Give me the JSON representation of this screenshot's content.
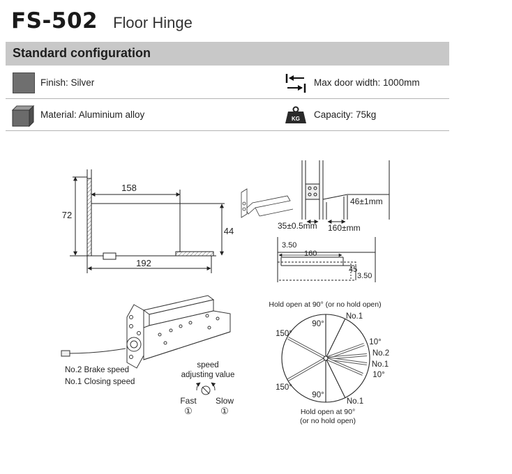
{
  "header": {
    "model": "FS-502",
    "product": "Floor Hinge"
  },
  "section_title": "Standard configuration",
  "specs": {
    "finish": "Finish: Silver",
    "max_width": "Max door width: 1000mm",
    "material": "Material: Aluminium alloy",
    "capacity": "Capacity: 75kg",
    "kg_badge": "KG"
  },
  "dimensions": {
    "d158": "158",
    "d72": "72",
    "d44": "44",
    "d192": "192",
    "d46": "46±1mm",
    "d35": "35±0.5mm",
    "d160mm": "160±mm",
    "d350_top": "3.50",
    "d160": "160",
    "d45": "45",
    "d350_bot": "3.50"
  },
  "speed_labels": {
    "brake": "No.2 Brake speed",
    "closing": "No.1 Closing speed",
    "adjust_line1": "speed",
    "adjust_line2": "adjusting value",
    "fast": "Fast",
    "slow": "Slow",
    "fast_num": "①",
    "slow_num": "①"
  },
  "angle_chart": {
    "hold_top": "Hold open at 90°  (or no hold open)",
    "no1_top": "No.1",
    "deg90_top": "90°",
    "deg150_top": "150°",
    "deg10_top": "10°",
    "no2": "No.2",
    "no1_mid": "No.1",
    "deg10_bot": "10°",
    "deg150_bot": "150°",
    "deg90_bot": "90°",
    "no1_bot": "No.1",
    "hold_bot1": "Hold open at 90°",
    "hold_bot2": "(or no hold open)"
  }
}
